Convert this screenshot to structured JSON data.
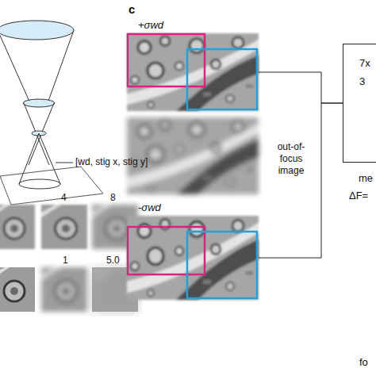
{
  "diagram": {
    "nodes": [
      {
        "text": [
          "+σwd"
        ]
      },
      {
        "text": [
          "out-of-focus image"
        ]
      },
      {
        "text": [
          "-σwd"
        ]
      },
      {
        "text": [
          "7x",
          "3"
        ]
      }
    ],
    "edges": [
      {
        "from": 0,
        "to": 3,
        "arrow": "none"
      },
      {
        "from": 2,
        "to": 3,
        "arrow": "none"
      }
    ],
    "labels": [
      "c",
      "[wd, stig x, stig y]",
      "4",
      "8",
      "1",
      "5.0",
      "me",
      "ΔF=",
      "fo"
    ]
  }
}
